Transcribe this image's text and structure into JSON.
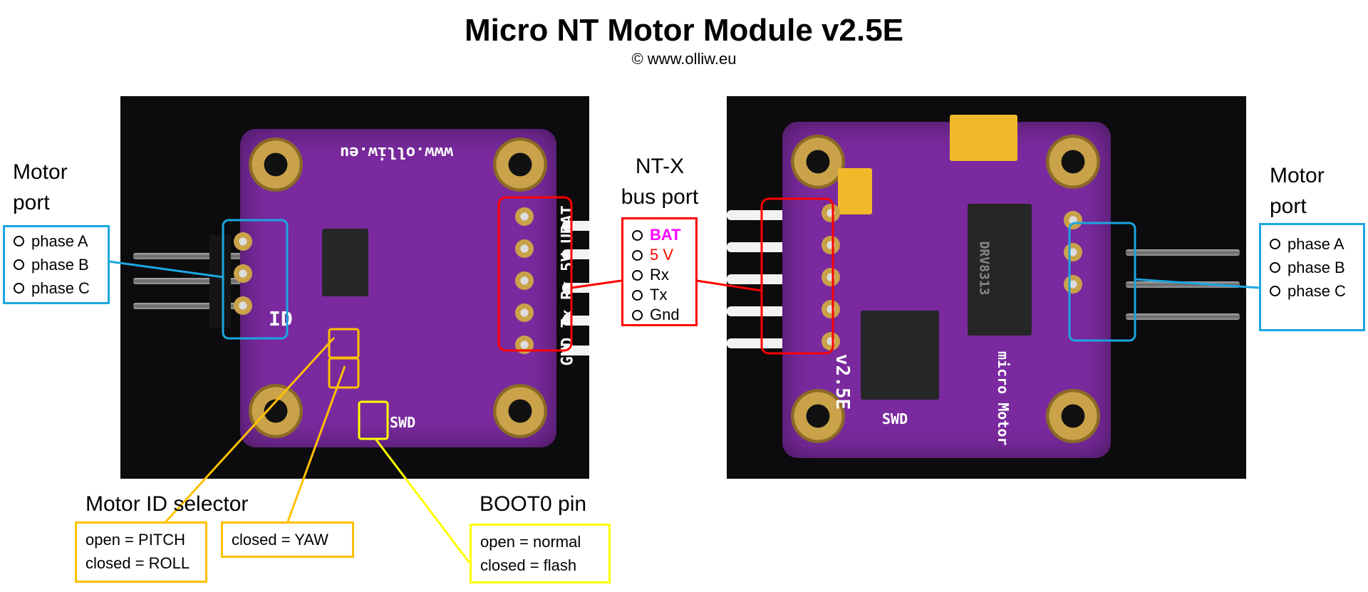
{
  "title": "Micro NT Motor Module v2.5E",
  "subtitle": "© www.olliw.eu",
  "left_motor_port": {
    "heading": [
      "Motor",
      "port"
    ],
    "items": [
      "phase A",
      "phase B",
      "phase C"
    ]
  },
  "right_motor_port": {
    "heading": [
      "Motor",
      "port"
    ],
    "items": [
      "phase A",
      "phase B",
      "phase C"
    ]
  },
  "bus_port": {
    "heading": [
      "NT-X",
      "bus port"
    ],
    "items": [
      {
        "label": "BAT",
        "color": "#ff00ff"
      },
      {
        "label": "5 V",
        "color": "#ff0000"
      },
      {
        "label": "Rx",
        "color": "#000000"
      },
      {
        "label": "Tx",
        "color": "#000000"
      },
      {
        "label": "Gnd",
        "color": "#000000"
      }
    ]
  },
  "motor_id": {
    "heading": "Motor ID selector",
    "box1": [
      "open = PITCH",
      "closed = ROLL"
    ],
    "box2": "closed = YAW"
  },
  "boot0": {
    "heading": "BOOT0 pin",
    "items": [
      "open = normal",
      "closed = flash"
    ]
  },
  "pcb_left": {
    "url": "www.olliw.eu",
    "id": "ID",
    "port_label": "GND Tx Rx 5V UBAT",
    "swd": "SWD"
  },
  "pcb_right": {
    "version": "v2.5E",
    "brand": "micro Motor",
    "swd": "SWD",
    "chip": "DRV8313"
  },
  "colors": {
    "blue": "#1aa7e0",
    "red": "#ff0000",
    "orange": "#ffc000",
    "yellow": "#ffff00"
  }
}
